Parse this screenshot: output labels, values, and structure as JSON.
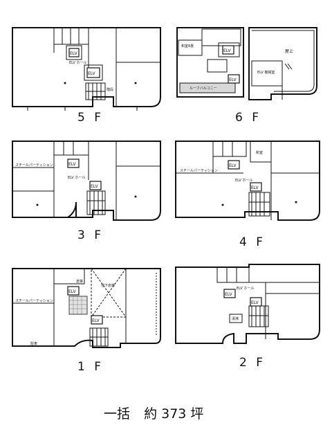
{
  "floors": [
    {
      "label": "5 F",
      "rooms": [
        {
          "text": "ELV",
          "kind": "elevator"
        },
        {
          "text": "ELV",
          "kind": "elevator"
        },
        {
          "text": "ELV ホール",
          "kind": "hall"
        },
        {
          "text": "階段",
          "kind": "stair"
        }
      ]
    },
    {
      "label": "6 F",
      "rooms": [
        {
          "text": "和室8畳",
          "kind": "room"
        },
        {
          "text": "屋上",
          "kind": "roof"
        },
        {
          "text": "ELV",
          "kind": "elevator"
        },
        {
          "text": "ELV",
          "kind": "elevator"
        },
        {
          "text": "ELV 機械室",
          "kind": "machine"
        },
        {
          "text": "ルーフバルコニー",
          "kind": "balcony"
        }
      ]
    },
    {
      "label": "3 F",
      "rooms": [
        {
          "text": "ELV",
          "kind": "elevator"
        },
        {
          "text": "ELV",
          "kind": "elevator"
        },
        {
          "text": "ELV ホール",
          "kind": "hall"
        },
        {
          "text": "スチールパーティション",
          "kind": "partition"
        }
      ]
    },
    {
      "label": "4 F",
      "rooms": [
        {
          "text": "和室",
          "kind": "room"
        },
        {
          "text": "ELV",
          "kind": "elevator"
        },
        {
          "text": "ELV",
          "kind": "elevator"
        },
        {
          "text": "ELV ホール",
          "kind": "hall"
        },
        {
          "text": "スチールパーティション",
          "kind": "partition"
        }
      ]
    },
    {
      "label": "1 F",
      "rooms": [
        {
          "text": "倉庫",
          "kind": "storage"
        },
        {
          "text": "地下倉庫",
          "kind": "storage"
        },
        {
          "text": "ELV",
          "kind": "elevator"
        },
        {
          "text": "ELV",
          "kind": "elevator"
        },
        {
          "text": "駐車",
          "kind": "parking"
        },
        {
          "text": "スチールパーティション",
          "kind": "partition"
        }
      ]
    },
    {
      "label": "2 F",
      "rooms": [
        {
          "text": "ELV",
          "kind": "elevator"
        },
        {
          "text": "ELV",
          "kind": "elevator"
        },
        {
          "text": "ELV ホール",
          "kind": "hall"
        },
        {
          "text": "湯沸",
          "kind": "kitchenette"
        }
      ]
    }
  ],
  "summary": {
    "scope": "一括",
    "area": "約 373 坪"
  }
}
